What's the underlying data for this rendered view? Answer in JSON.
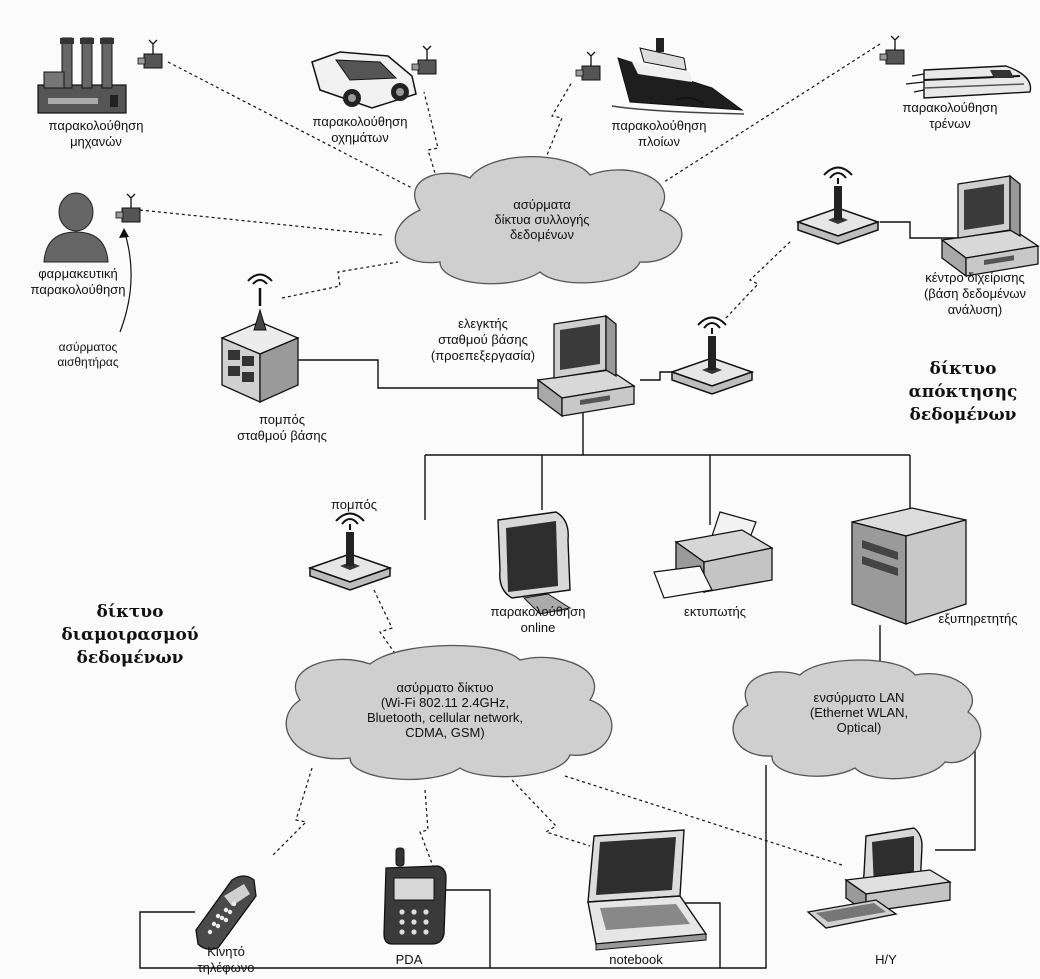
{
  "labels": {
    "factory": [
      "παρακολούθηση",
      "μηχανών"
    ],
    "car": [
      "παρακολούθηση",
      "οχημάτων"
    ],
    "ship": [
      "παρακολούθηση",
      "πλοίων"
    ],
    "train": [
      "παρακολούθηση",
      "τρένων"
    ],
    "pharma": [
      "φαρμακευτική",
      "παρακολούθηση"
    ],
    "sensor": [
      "ασύρματος",
      "αισθητήρας"
    ],
    "cloud_top": [
      "ασύρματα",
      "δίκτυα συλλογής",
      "δεδομένων"
    ],
    "base_tx": [
      "πομπός",
      "σταθμού βάσης"
    ],
    "controller": [
      "ελεγκτής",
      "σταθμού βάσης",
      "(προεπεξεργασία)"
    ],
    "mgmt": [
      "κέντρο διχείρισης",
      "(βάση δεδομένων",
      "ανάλυση)"
    ],
    "transmitter": [
      "πομπός"
    ],
    "monitor": [
      "παρακολούθηση",
      "online"
    ],
    "printer": [
      "εκτυπωτής"
    ],
    "server": [
      "εξυπηρετητής"
    ],
    "cloud_wireless": [
      "ασύρματο δίκτυο",
      "(Wi-Fi 802.11 2.4GHz,",
      "Bluetooth, cellular network,",
      "CDMA, GSM)"
    ],
    "cloud_lan": [
      "ενσύρματο LAN",
      "(Ethernet WLAN,",
      "Optical)"
    ],
    "phone": [
      "Κινητό",
      "τηλέφωνο"
    ],
    "pda": [
      "PDA"
    ],
    "notebook": [
      "notebook"
    ],
    "pc": [
      "H/Y"
    ]
  },
  "regions": {
    "acquisition": [
      "δίκτυο",
      "απόκτησης",
      "δεδομένων"
    ],
    "distribution": [
      "δίκτυο",
      "διαμοιρασμού",
      "δεδομένων"
    ]
  }
}
